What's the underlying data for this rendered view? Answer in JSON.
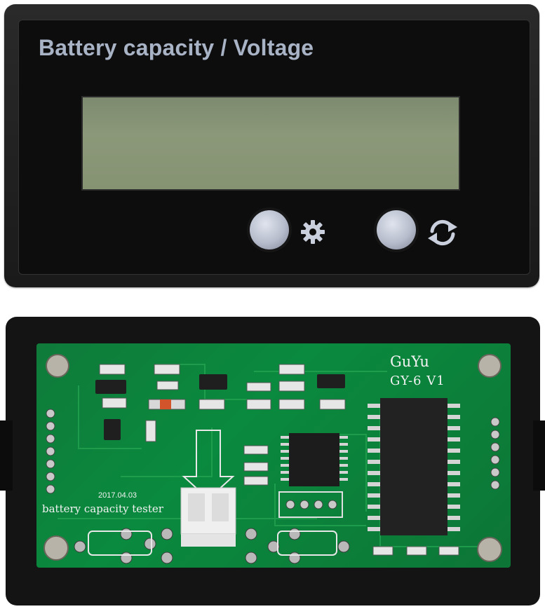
{
  "front": {
    "title": "Battery capacity / Voltage",
    "buttons": [
      {
        "icon": "gear-icon"
      },
      {
        "icon": "cycle-arrows-icon"
      }
    ],
    "colors": {
      "title": "#a9b3c6",
      "lcd": "#869373",
      "bezel": "#1a1a1a"
    }
  },
  "back": {
    "brand": "GuYu",
    "model": "GY-6 V1",
    "date": "2017.04.03",
    "description": "battery capacity tester",
    "colors": {
      "pcb": "#0a8a3e",
      "silkscreen": "#f2f2f2"
    }
  }
}
